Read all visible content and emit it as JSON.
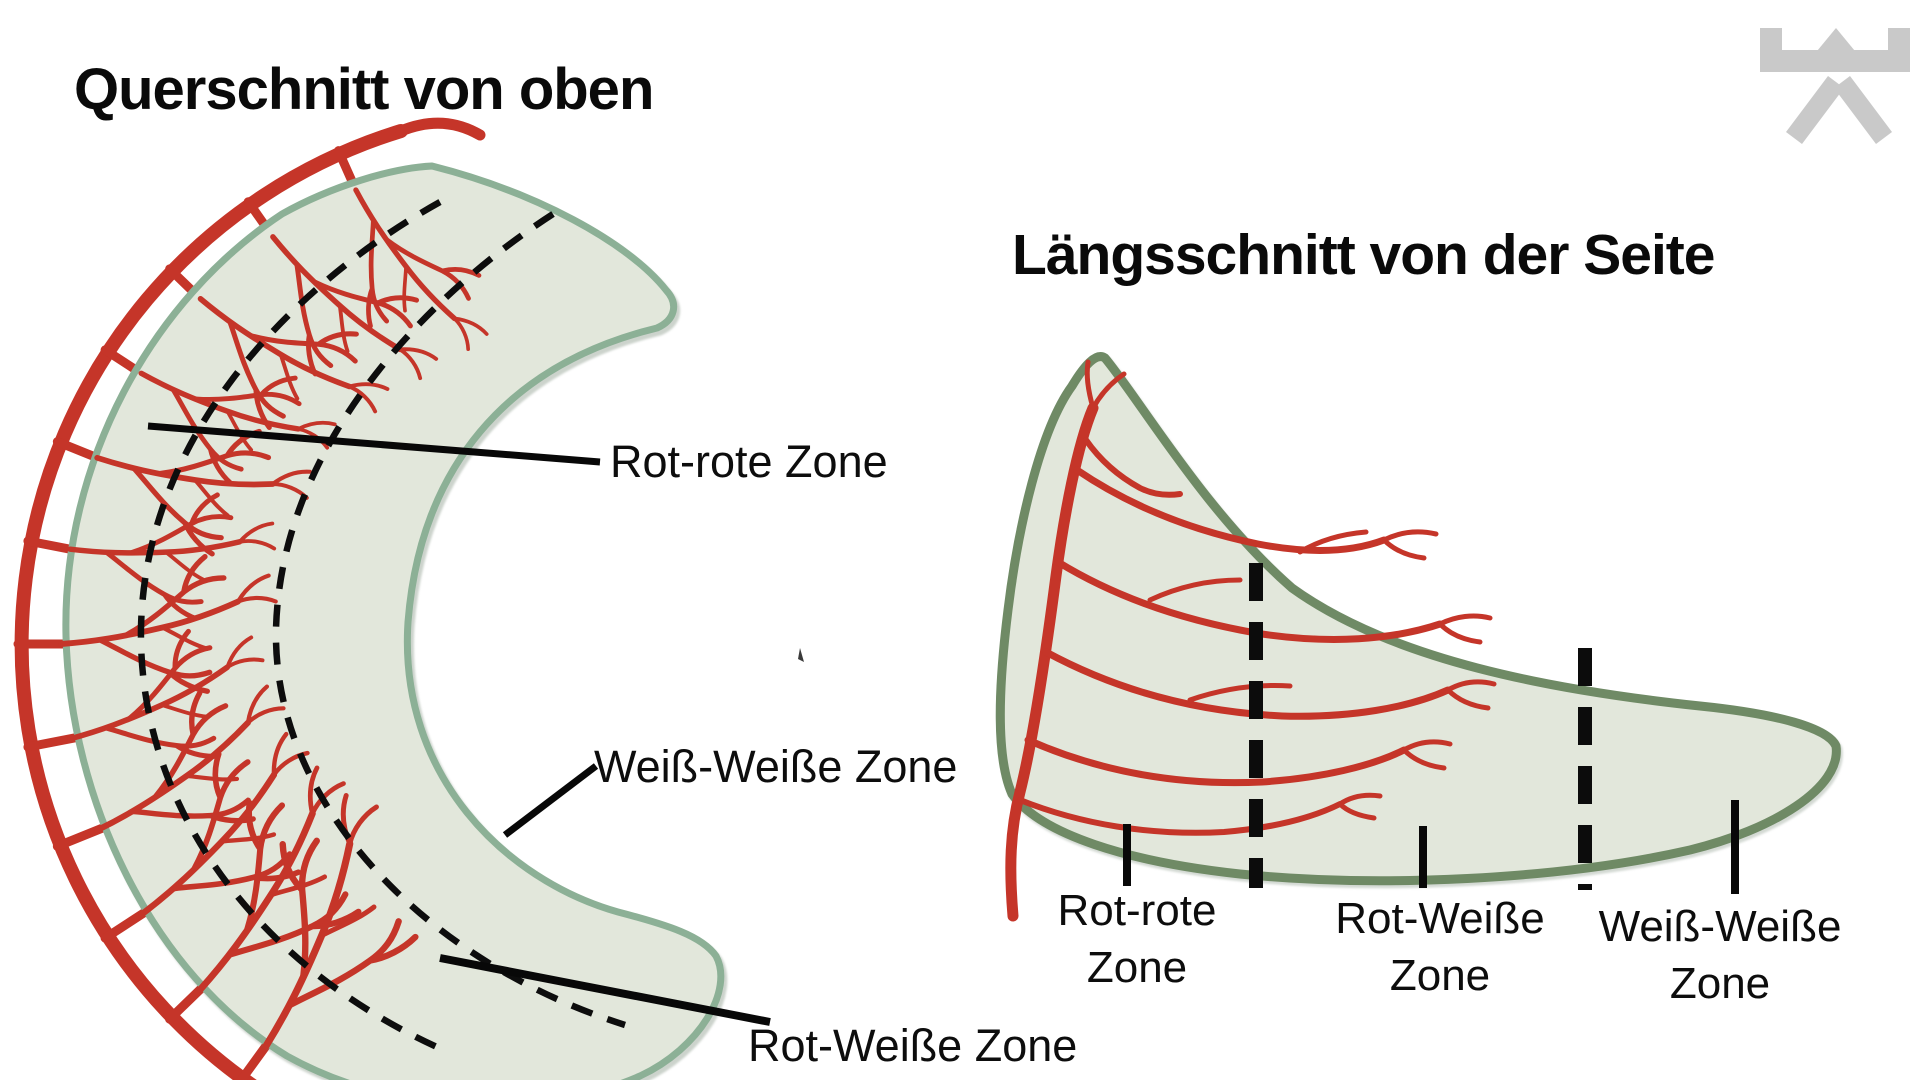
{
  "left_diagram": {
    "title": "Querschnitt von oben",
    "labels": {
      "rot_rote": "Rot-rote Zone",
      "weiss_weisse": "Weiß-Weiße Zone",
      "rot_weisse": "Rot-Weiße Zone"
    }
  },
  "right_diagram": {
    "title": "Längsschnitt von der Seite",
    "labels": {
      "rot_rote": [
        "Rot-rote",
        "Zone"
      ],
      "rot_weisse": [
        "Rot-Weiße",
        "Zone"
      ],
      "weiss_weisse": [
        "Weiß-Weiße",
        "Zone"
      ]
    }
  },
  "icons": {
    "logo": "meniscus-bridge-logo"
  },
  "colors": {
    "vessel_red": "#c53529",
    "meniscus_fill": "#e2e7db",
    "crescent_border": "#8cb096",
    "wedge_border": "#6f8a65",
    "logo_gray": "#c9c9c9"
  }
}
